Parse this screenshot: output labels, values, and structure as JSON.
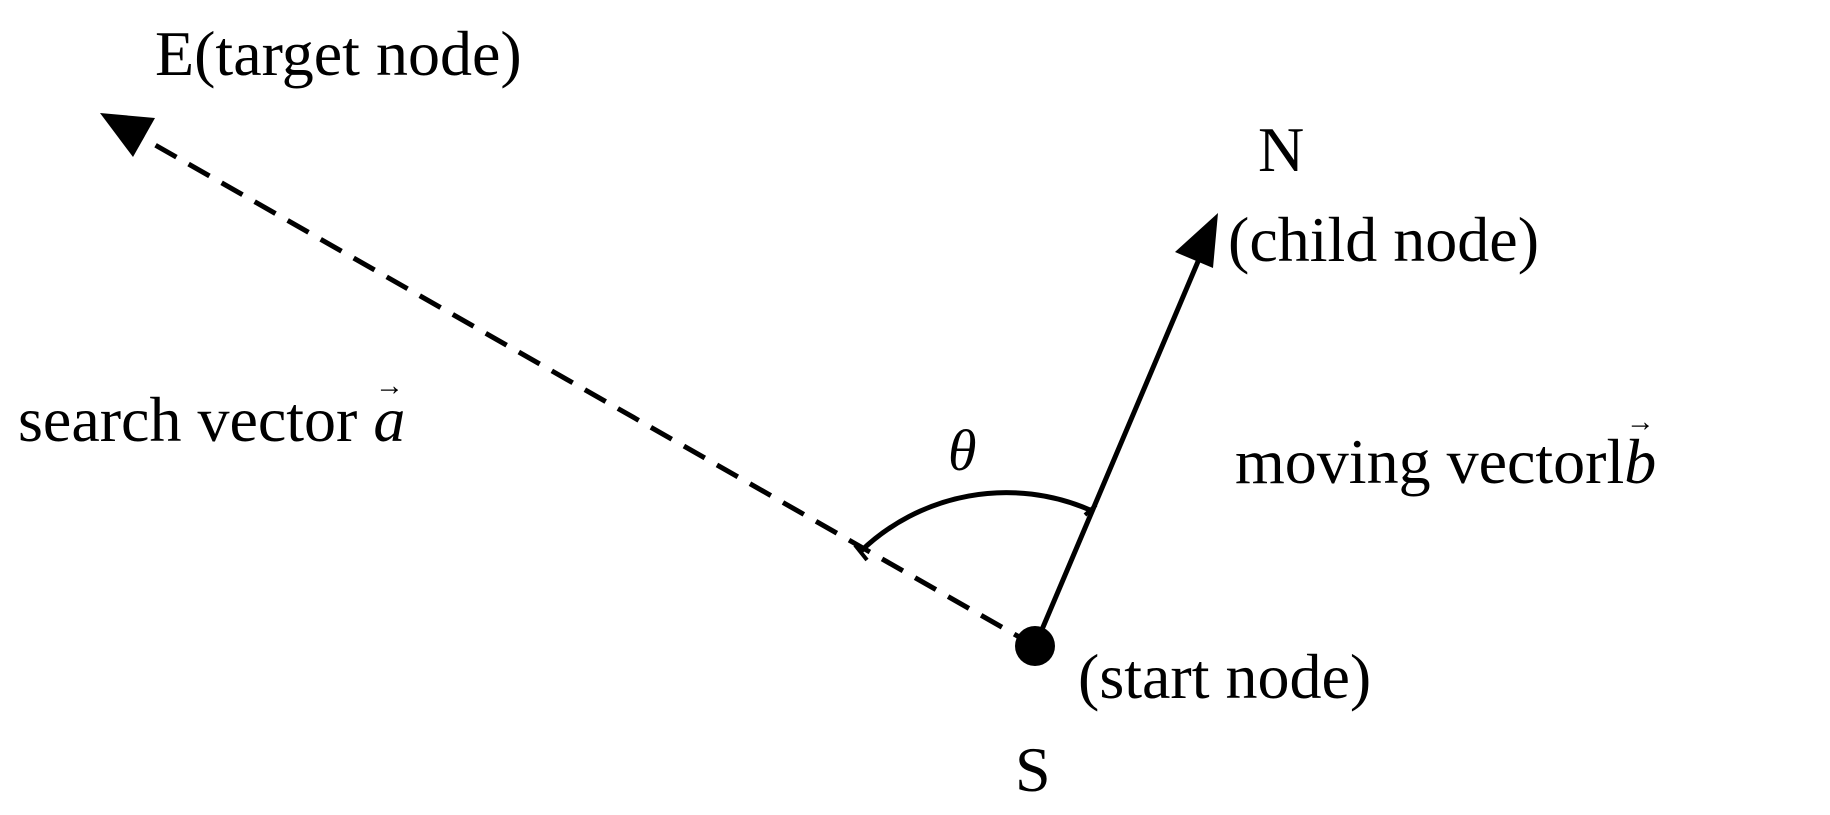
{
  "labels": {
    "target": "E(target node)",
    "child_letter": "N",
    "child_label": "(child node)",
    "search_text": "search vector",
    "search_symbol": "a",
    "angle": "θ",
    "moving_text": "moving vectorl",
    "moving_symbol": "b",
    "start_label": "(start node)",
    "start_letter": "S",
    "vector_arrow": "→"
  },
  "colors": {
    "ink": "#000000",
    "background": "#ffffff"
  }
}
